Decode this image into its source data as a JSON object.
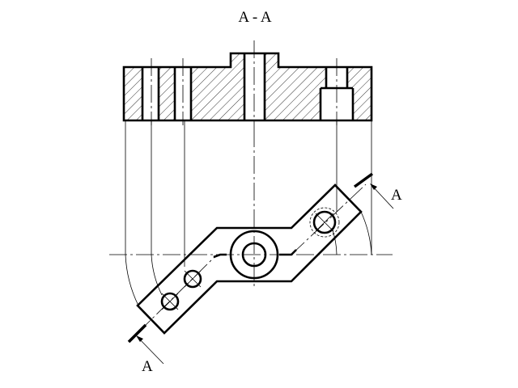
{
  "section_title": "A - A",
  "cutting_plane": {
    "upper_label": "A",
    "lower_label": "A"
  },
  "colors": {
    "line": "#000000",
    "background": "#ffffff"
  }
}
